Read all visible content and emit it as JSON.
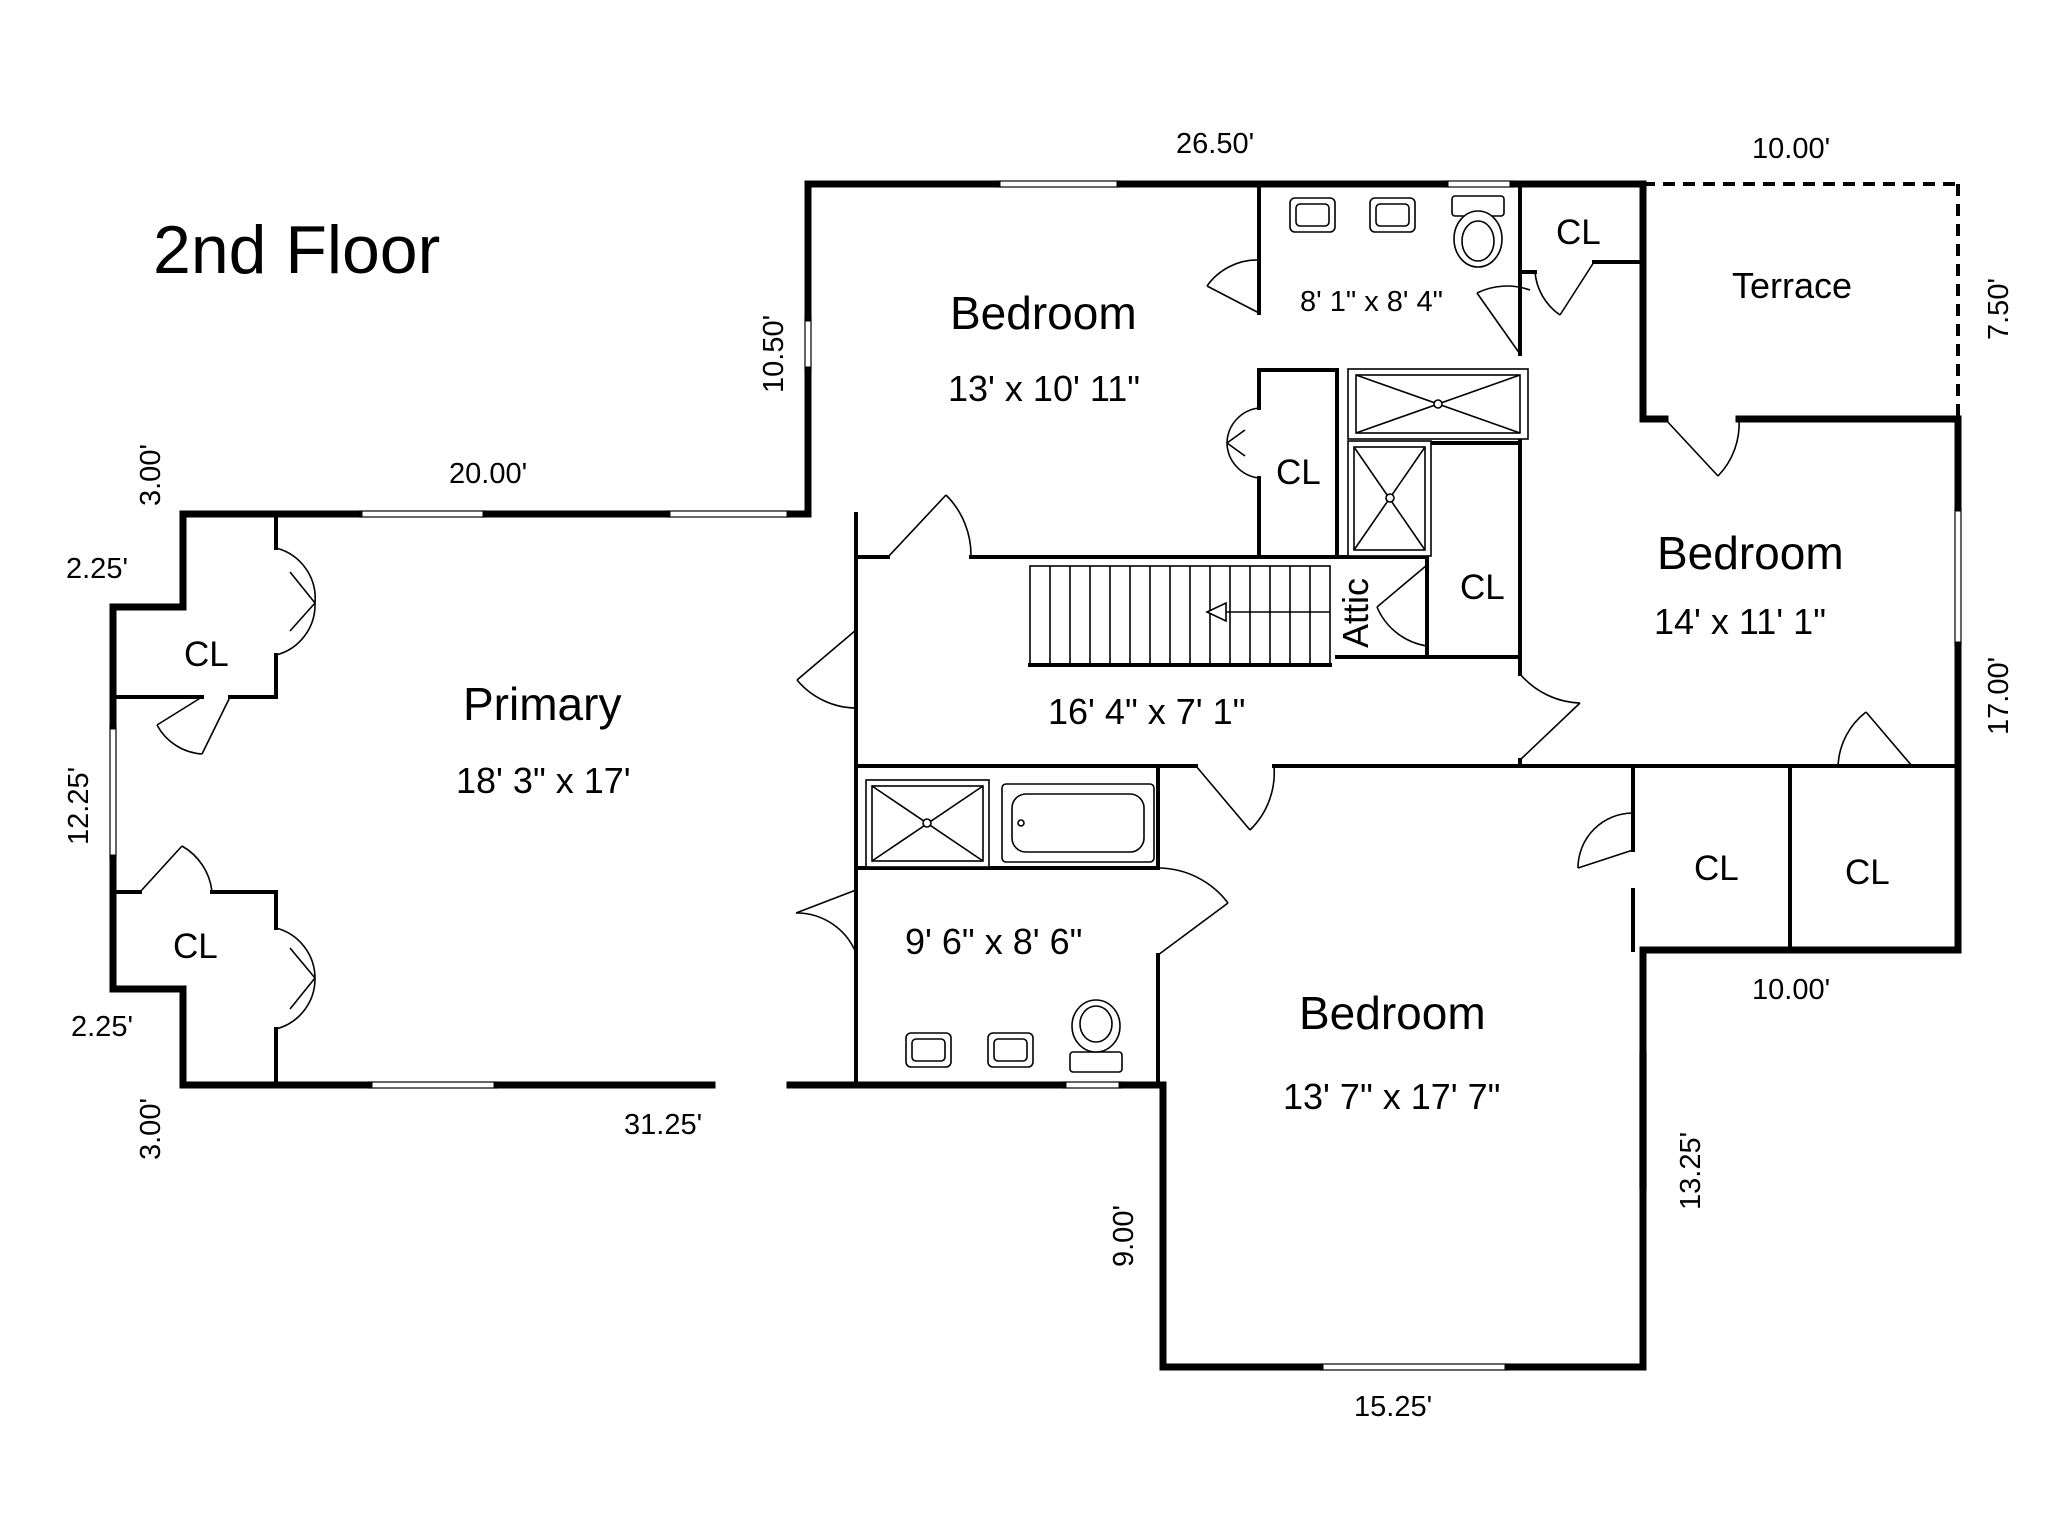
{
  "title": "2nd Floor",
  "rooms": {
    "primary": {
      "name": "Primary",
      "size": "18' 3\" x 17'"
    },
    "bedroom_top": {
      "name": "Bedroom",
      "size": "13' x 10' 11\""
    },
    "bedroom_right": {
      "name": "Bedroom",
      "size": "14' x 11' 1\""
    },
    "bedroom_bottom": {
      "name": "Bedroom",
      "size": "13' 7\" x 17' 7\""
    },
    "terrace": {
      "name": "Terrace"
    },
    "bath_top": {
      "size": "8' 1\" x 8' 4\""
    },
    "hall": {
      "size": "16' 4\" x 7' 1\""
    },
    "bath_mid": {
      "size": "9' 6\" x 8' 6\""
    },
    "attic": {
      "name": "Attic"
    }
  },
  "closet_label": "CL",
  "measurements": {
    "top_center": "26.50'",
    "top_right": "10.00'",
    "terrace_right": "7.50'",
    "left_upper_vert": "10.50'",
    "primary_top": "20.00'",
    "left_top_vert": "3.00'",
    "left_step_top": "2.25'",
    "left_mid_vert": "12.25'",
    "left_step_bottom": "2.25'",
    "left_bottom_vert": "3.00'",
    "primary_bottom": "31.25'",
    "right_vert": "17.00'",
    "closets_bottom": "10.00'",
    "bedroom_bottom_right": "13.25'",
    "bedroom_bottom_left": "9.00'",
    "bottom": "15.25'"
  }
}
